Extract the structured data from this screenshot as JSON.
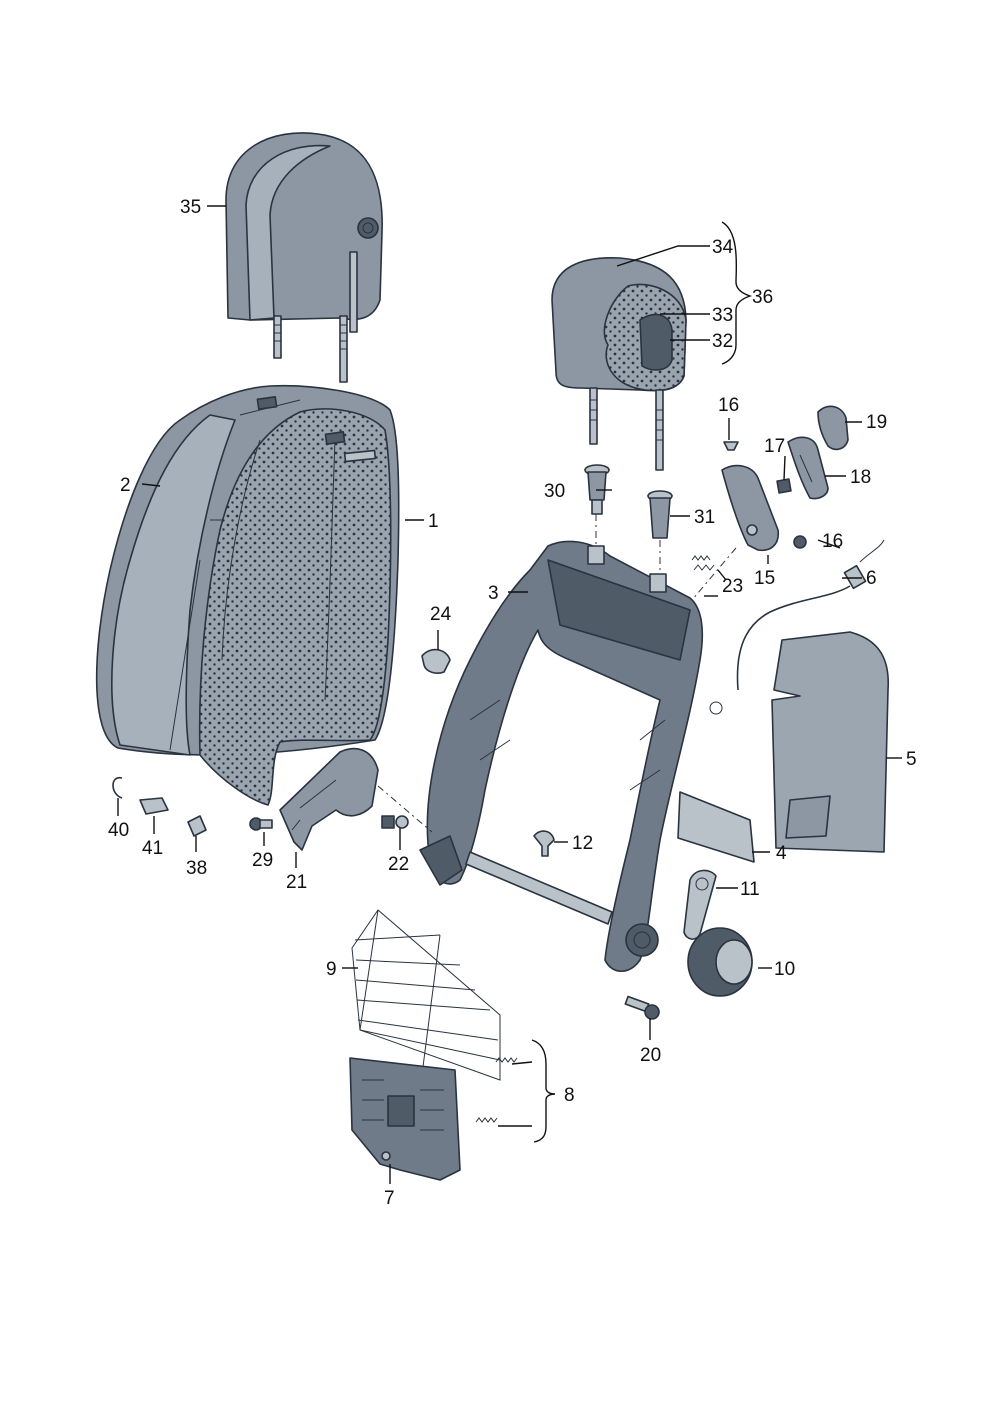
{
  "callouts": {
    "c1": "1",
    "c2": "2",
    "c3": "3",
    "c4": "4",
    "c5": "5",
    "c6": "6",
    "c7": "7",
    "c8": "8",
    "c9": "9",
    "c10": "10",
    "c11": "11",
    "c12": "12",
    "c15": "15",
    "c16a": "16",
    "c16b": "16",
    "c17": "17",
    "c18": "18",
    "c19": "19",
    "c20": "20",
    "c21": "21",
    "c22": "22",
    "c23": "23",
    "c24": "24",
    "c29": "29",
    "c30": "30",
    "c31": "31",
    "c32": "32",
    "c33": "33",
    "c34": "34",
    "c35": "35",
    "c36": "36",
    "c38": "38",
    "c40": "40",
    "c41": "41"
  },
  "colors": {
    "cover": "#8c97a3",
    "frame": "#6f7b89",
    "outline": "#2a3340"
  }
}
